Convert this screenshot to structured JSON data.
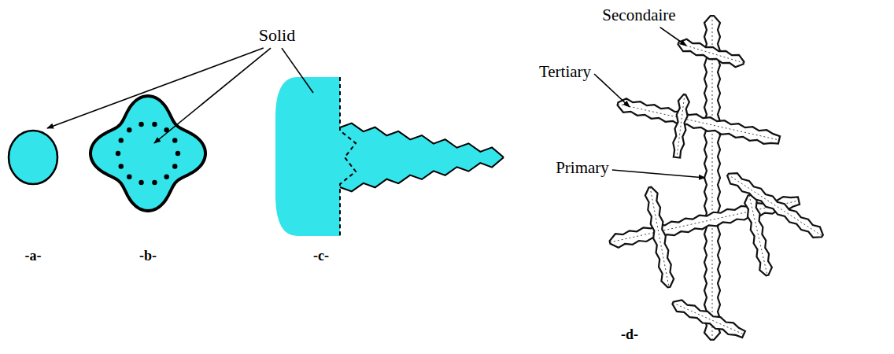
{
  "diagram": {
    "labels": [
      "Solid",
      "-a-",
      "-b-",
      "-c-",
      "Secondaire",
      "Tertiary",
      "Primary",
      "-d-"
    ]
  }
}
